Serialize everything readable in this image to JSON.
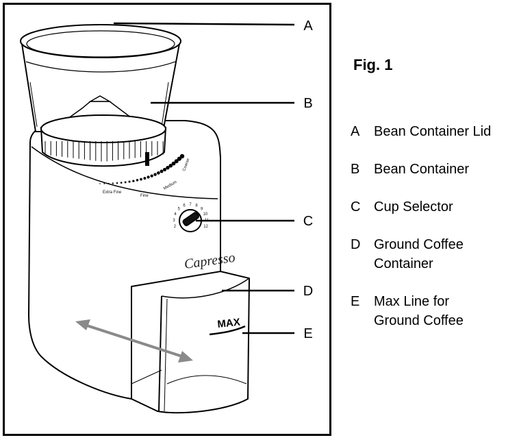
{
  "figure": {
    "title": "Fig. 1"
  },
  "callouts": [
    {
      "letter": "A",
      "label": "Bean Container Lid"
    },
    {
      "letter": "B",
      "label": "Bean Container"
    },
    {
      "letter": "C",
      "label": "Cup Selector"
    },
    {
      "letter": "D",
      "label": "Ground Coffee\nContainer"
    },
    {
      "letter": "E",
      "label": "Max Line for\nGround Coffee"
    }
  ],
  "grind_scale": {
    "extra_fine": "Extra Fine",
    "fine": "Fine",
    "medium": "Medium",
    "coarse": "Coarse"
  },
  "cup_dial_numbers": [
    "2",
    "3",
    "4",
    "5",
    "6",
    "7",
    "8",
    "9",
    "10",
    "11",
    "12"
  ],
  "brand_name": "Capresso",
  "max_mark": "MAX"
}
